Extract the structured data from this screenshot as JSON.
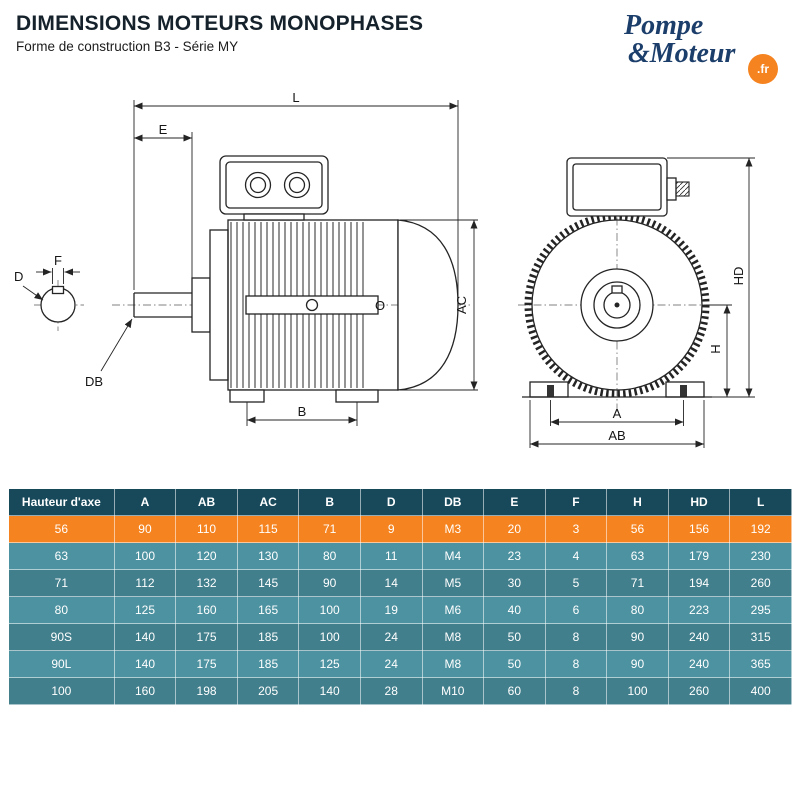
{
  "page": {
    "title": "DIMENSIONS MOTEURS MONOPHASES",
    "subtitle": "Forme de construction B3 - Série MY"
  },
  "logo": {
    "line1": "Pompe",
    "line2": "&Moteur",
    "badge": ".fr"
  },
  "diagram": {
    "labels": {
      "L": "L",
      "E": "E",
      "F": "F",
      "D": "D",
      "DB": "DB",
      "B": "B",
      "AC": "AC",
      "O": "O",
      "HD": "HD",
      "H": "H",
      "A": "A",
      "AB": "AB"
    }
  },
  "table": {
    "columns": [
      "Hauteur d'axe",
      "A",
      "AB",
      "AC",
      "B",
      "D",
      "DB",
      "E",
      "F",
      "H",
      "HD",
      "L"
    ],
    "highlight_row_index": 0,
    "rows": [
      [
        "56",
        "90",
        "110",
        "115",
        "71",
        "9",
        "M3",
        "20",
        "3",
        "56",
        "156",
        "192"
      ],
      [
        "63",
        "100",
        "120",
        "130",
        "80",
        "11",
        "M4",
        "23",
        "4",
        "63",
        "179",
        "230"
      ],
      [
        "71",
        "112",
        "132",
        "145",
        "90",
        "14",
        "M5",
        "30",
        "5",
        "71",
        "194",
        "260"
      ],
      [
        "80",
        "125",
        "160",
        "165",
        "100",
        "19",
        "M6",
        "40",
        "6",
        "80",
        "223",
        "295"
      ],
      [
        "90S",
        "140",
        "175",
        "185",
        "100",
        "24",
        "M8",
        "50",
        "8",
        "90",
        "240",
        "315"
      ],
      [
        "90L",
        "140",
        "175",
        "185",
        "125",
        "24",
        "M8",
        "50",
        "8",
        "90",
        "240",
        "365"
      ],
      [
        "100",
        "160",
        "198",
        "205",
        "140",
        "28",
        "M10",
        "60",
        "8",
        "100",
        "260",
        "400"
      ]
    ]
  },
  "colors": {
    "header_bg": "#17495B",
    "row_highlight": "#F5831F",
    "row_teal_a": "#4D92A0",
    "row_teal_b": "#427F8C",
    "logo_navy": "#1C3E6B",
    "badge_orange": "#F5831F"
  }
}
